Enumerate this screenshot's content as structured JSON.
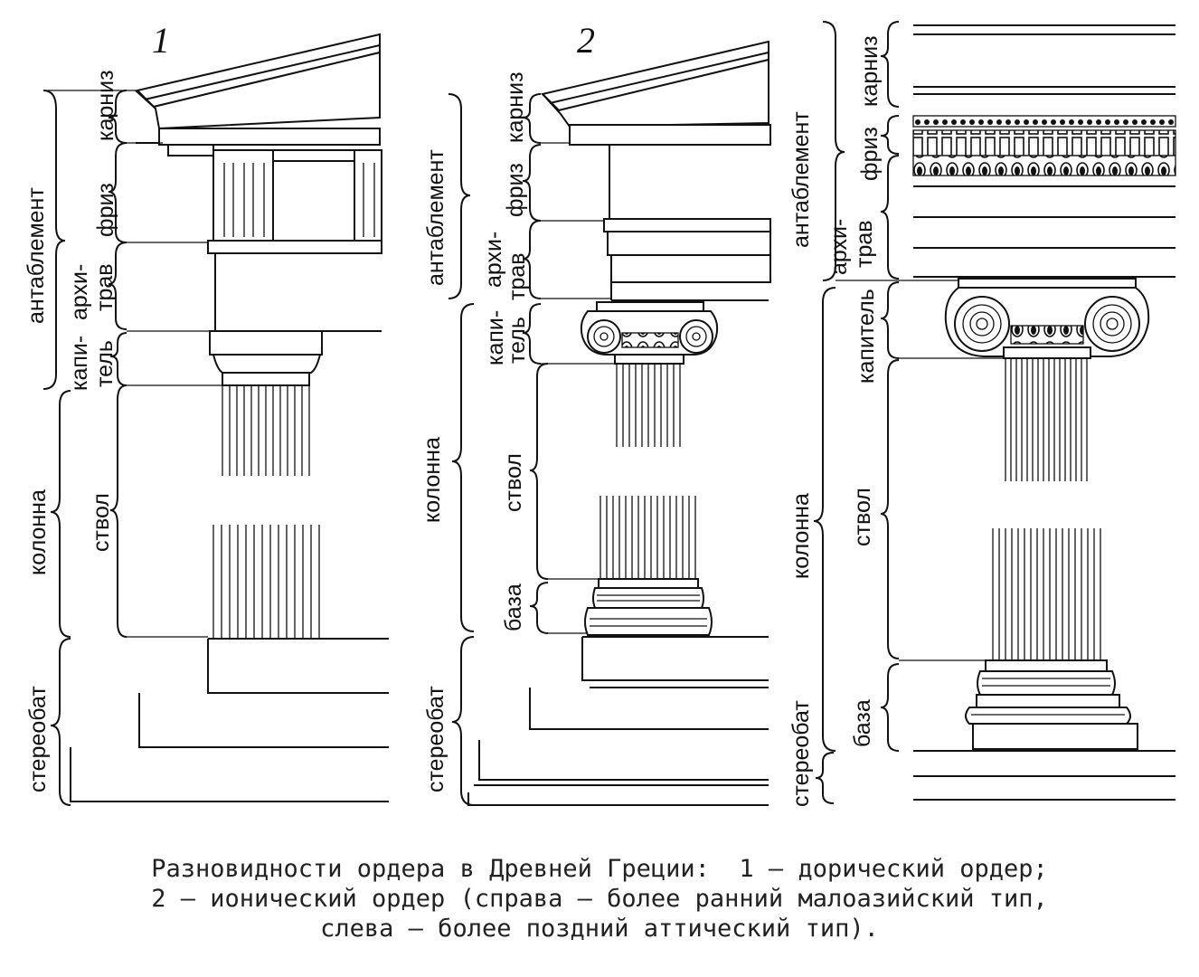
{
  "orders": [
    {
      "number": "1",
      "labels": {
        "entablature": "антаблемент",
        "cornice": "карниз",
        "frieze": "фриз",
        "architrave_1": "архи-",
        "architrave_2": "трав",
        "capital_1": "капи-",
        "capital_2": "тель",
        "column": "колонна",
        "shaft": "ствол",
        "stereobate": "стереобат"
      }
    },
    {
      "number": "2",
      "labels": {
        "entablature": "антаблемент",
        "cornice": "карниз",
        "frieze": "фриз",
        "architrave_1": "архи-",
        "architrave_2": "трав",
        "capital_1": "капи-",
        "capital_2": "тель",
        "column": "колонна",
        "shaft": "ствол",
        "base": "база",
        "stereobate": "стереобат"
      }
    },
    {
      "labels": {
        "entablature": "антаблемент",
        "cornice": "карниз",
        "frieze": "фриз",
        "architrave_1": "архи-",
        "architrave_2": "трав",
        "capital": "капитель",
        "column": "колонна",
        "shaft": "ствол",
        "base": "база",
        "stereobate": "стереобат"
      }
    }
  ],
  "caption": {
    "line1": "Разновидности ордера в Древней Греции:  1 – дорический ордер;",
    "line2": "2 – ионический ордер (справа – более ранний малоазийский тип,",
    "line3": "слева – более поздний аттический тип)."
  }
}
